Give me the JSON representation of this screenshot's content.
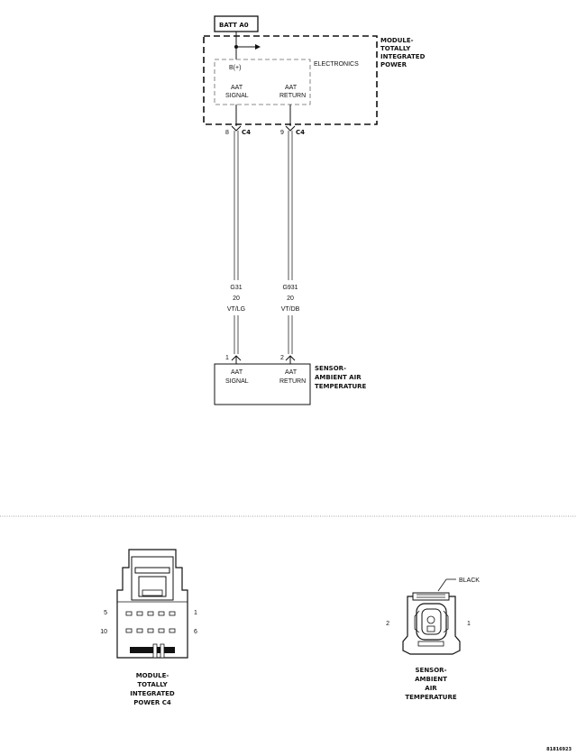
{
  "schematic": {
    "power_source": "BATT A0",
    "module": {
      "name": [
        "MODULE-",
        "TOTALLY",
        "INTEGRATED",
        "POWER"
      ]
    },
    "electronics": "ELECTRONICS",
    "b_plus": "B(+)",
    "module_pins": {
      "signal": [
        "AAT",
        "SIGNAL"
      ],
      "return": [
        "AAT",
        "RETURN"
      ]
    },
    "connector": {
      "pin_signal": "8",
      "pin_return": "9",
      "name_left": "C4",
      "name_right": "C4"
    },
    "wires": {
      "signal": {
        "circuit": "G31",
        "gauge": "20",
        "color": "VT/LG"
      },
      "return": {
        "circuit": "G931",
        "gauge": "20",
        "color": "VT/DB"
      }
    },
    "sensor": {
      "pin_signal": "1",
      "pin_return": "2",
      "signal": [
        "AAT",
        "SIGNAL"
      ],
      "return": [
        "AAT",
        "RETURN"
      ],
      "name": [
        "SENSOR-",
        "AMBIENT AIR",
        "TEMPERATURE"
      ]
    }
  },
  "connector_views": {
    "module_c4": {
      "pin_5": "5",
      "pin_1": "1",
      "pin_10": "10",
      "pin_6": "6",
      "caption": [
        "MODULE-",
        "TOTALLY",
        "INTEGRATED",
        "POWER C4"
      ]
    },
    "sensor_connector": {
      "color_label": "BLACK",
      "pin_2": "2",
      "pin_1": "1",
      "caption": [
        "SENSOR-",
        "AMBIENT",
        "AIR",
        "TEMPERATURE"
      ]
    }
  },
  "figure_id": "81816923"
}
